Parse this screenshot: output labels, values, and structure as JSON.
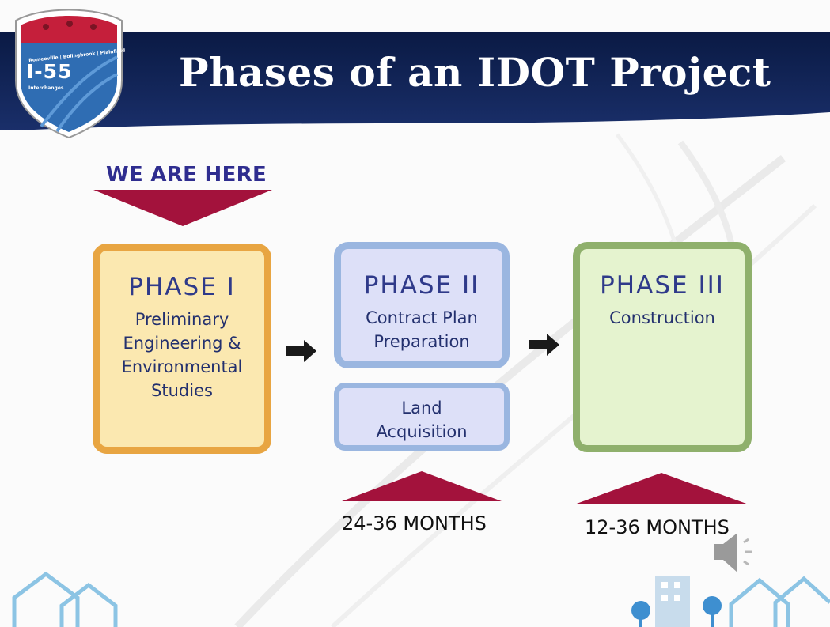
{
  "slide": {
    "title": "Phases of an IDOT Project",
    "logo": {
      "top_text": "Romeoville | Bolingbrook | Plainfield",
      "number": "I-55",
      "sub_text": "Interchanges"
    },
    "marker_label": "WE ARE HERE",
    "phases": [
      {
        "title": "PHASE I",
        "lines": [
          "Preliminary",
          "Engineering &",
          "Environmental",
          "Studies"
        ]
      },
      {
        "title": "PHASE II",
        "lines": [
          "Contract Plan",
          "Preparation"
        ],
        "sub_box_lines": [
          "Land",
          "Acquisition"
        ]
      },
      {
        "title": "PHASE III",
        "lines": [
          "Construction"
        ]
      }
    ],
    "durations": [
      "24-36 MONTHS",
      "12-36 MONTHS"
    ]
  },
  "colors": {
    "header": "#0c1f4e",
    "marker": "#a3123c",
    "marker_text": "#2f2d8f",
    "phase1_border": "#e8a542",
    "phase1_fill": "#fbe8b0",
    "phase2_border": "#9ab6e0",
    "phase2_fill": "#dde0f8",
    "phase3_border": "#8fb06c",
    "phase3_fill": "#e5f3cf"
  }
}
